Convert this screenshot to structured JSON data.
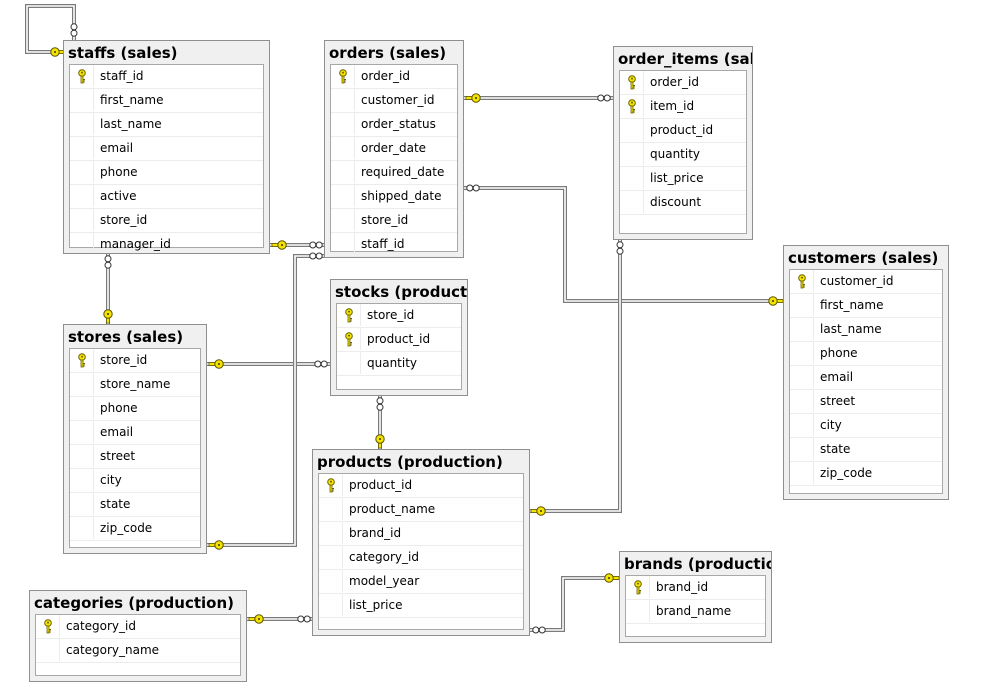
{
  "tables": [
    {
      "id": "staffs",
      "title": "staffs (sales)",
      "columns": [
        {
          "name": "staff_id",
          "pk": true
        },
        {
          "name": "first_name"
        },
        {
          "name": "last_name"
        },
        {
          "name": "email"
        },
        {
          "name": "phone"
        },
        {
          "name": "active"
        },
        {
          "name": "store_id"
        },
        {
          "name": "manager_id"
        }
      ]
    },
    {
      "id": "orders",
      "title": "orders (sales)",
      "columns": [
        {
          "name": "order_id",
          "pk": true
        },
        {
          "name": "customer_id"
        },
        {
          "name": "order_status"
        },
        {
          "name": "order_date"
        },
        {
          "name": "required_date"
        },
        {
          "name": "shipped_date"
        },
        {
          "name": "store_id"
        },
        {
          "name": "staff_id"
        }
      ]
    },
    {
      "id": "order_items",
      "title": "order_items (sale",
      "columns": [
        {
          "name": "order_id",
          "pk": true
        },
        {
          "name": "item_id",
          "pk": true
        },
        {
          "name": "product_id"
        },
        {
          "name": "quantity"
        },
        {
          "name": "list_price"
        },
        {
          "name": "discount"
        }
      ]
    },
    {
      "id": "customers",
      "title": "customers (sales)",
      "columns": [
        {
          "name": "customer_id",
          "pk": true
        },
        {
          "name": "first_name"
        },
        {
          "name": "last_name"
        },
        {
          "name": "phone"
        },
        {
          "name": "email"
        },
        {
          "name": "street"
        },
        {
          "name": "city"
        },
        {
          "name": "state"
        },
        {
          "name": "zip_code"
        }
      ]
    },
    {
      "id": "stores",
      "title": "stores (sales)",
      "columns": [
        {
          "name": "store_id",
          "pk": true
        },
        {
          "name": "store_name"
        },
        {
          "name": "phone"
        },
        {
          "name": "email"
        },
        {
          "name": "street"
        },
        {
          "name": "city"
        },
        {
          "name": "state"
        },
        {
          "name": "zip_code"
        }
      ]
    },
    {
      "id": "stocks",
      "title": "stocks (productio",
      "columns": [
        {
          "name": "store_id",
          "pk": true
        },
        {
          "name": "product_id",
          "pk": true
        },
        {
          "name": "quantity"
        }
      ]
    },
    {
      "id": "products",
      "title": "products (production)",
      "columns": [
        {
          "name": "product_id",
          "pk": true
        },
        {
          "name": "product_name"
        },
        {
          "name": "brand_id"
        },
        {
          "name": "category_id"
        },
        {
          "name": "model_year"
        },
        {
          "name": "list_price"
        }
      ]
    },
    {
      "id": "brands",
      "title": "brands (production",
      "columns": [
        {
          "name": "brand_id",
          "pk": true
        },
        {
          "name": "brand_name"
        }
      ]
    },
    {
      "id": "categories",
      "title": "categories (production)",
      "columns": [
        {
          "name": "category_id",
          "pk": true
        },
        {
          "name": "category_name"
        }
      ]
    }
  ],
  "relationships": [
    {
      "from": "staffs",
      "to": "staffs",
      "label": "staffs-manager-self"
    },
    {
      "from": "staffs",
      "to": "orders",
      "label": "staffs-orders"
    },
    {
      "from": "stores",
      "to": "staffs",
      "label": "stores-staffs"
    },
    {
      "from": "orders",
      "to": "order_items",
      "label": "orders-order_items"
    },
    {
      "from": "customers",
      "to": "orders",
      "label": "customers-orders"
    },
    {
      "from": "stores",
      "to": "stocks",
      "label": "stores-stocks"
    },
    {
      "from": "stores",
      "to": "orders",
      "label": "stores-orders"
    },
    {
      "from": "products",
      "to": "stocks",
      "label": "products-stocks"
    },
    {
      "from": "products",
      "to": "order_items",
      "label": "products-order_items"
    },
    {
      "from": "categories",
      "to": "products",
      "label": "categories-products"
    },
    {
      "from": "brands",
      "to": "products",
      "label": "brands-products"
    }
  ],
  "colors": {
    "key_icon": "#f5e400",
    "link": "#7a7a7a",
    "panel": "#f0f0f0",
    "border": "#8f8f8f"
  }
}
